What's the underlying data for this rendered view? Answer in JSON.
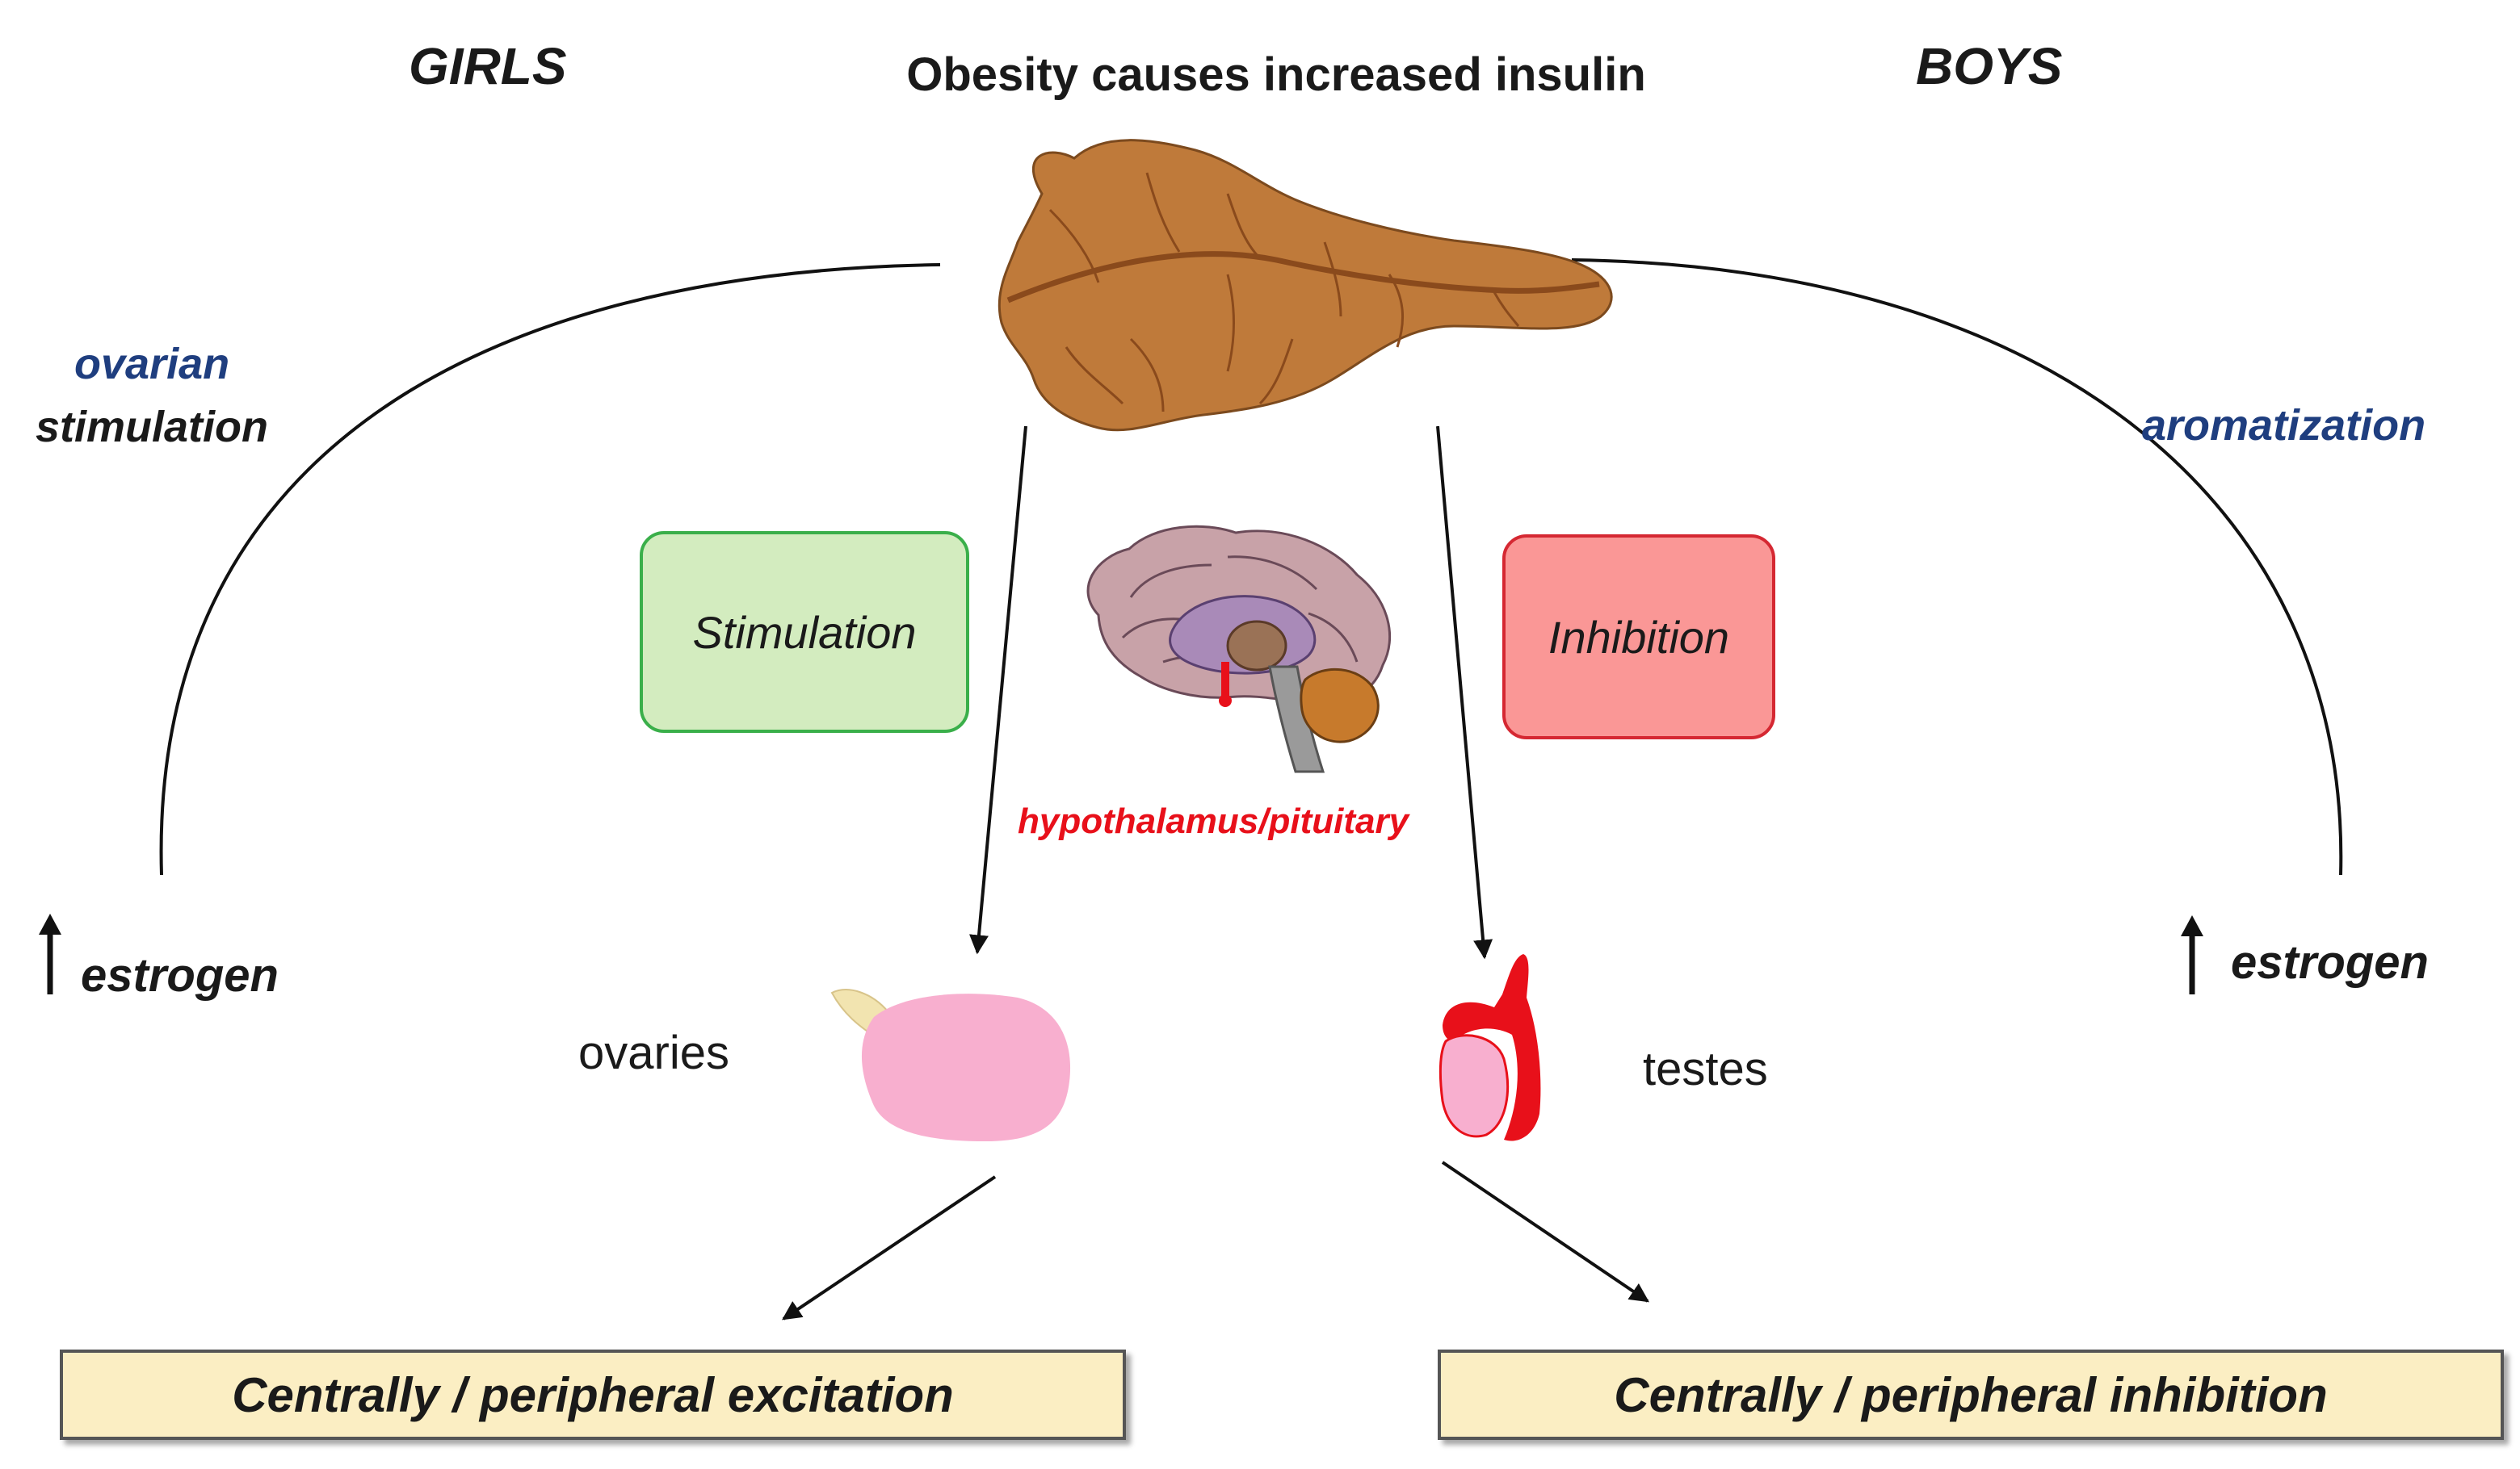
{
  "title": "Obesity causes increased insulin",
  "girls": {
    "header": "GIRLS",
    "pathway_label_1": "ovarian",
    "pathway_label_2": "stimulation",
    "estrogen_label": "estrogen",
    "effect_label": "Stimulation",
    "organ_label": "ovaries",
    "outcome": "Centrally / peripheral excitation"
  },
  "boys": {
    "header": "BOYS",
    "pathway_label": "aromatization",
    "estrogen_label": "estrogen",
    "effect_label": "Inhibition",
    "organ_label": "testes",
    "outcome": "Centrally / peripheral inhibition"
  },
  "brain_label": "hypothalamus/pituitary",
  "colors": {
    "pancreas": "#bf7a3a",
    "stimulation_box": "#d3ecbf",
    "stimulation_border": "#3aaf4a",
    "inhibition_box": "#fa9796",
    "inhibition_border": "#d52832",
    "outcome_box": "#fbeec3",
    "pathway_text": "#1f3e7f",
    "brain_label": "#e8101a",
    "ovary": "#f8afcf",
    "testis": "#e8101a"
  },
  "icons": [
    "pancreas-icon",
    "brain-icon",
    "ovary-icon",
    "testis-icon",
    "up-arrow-icon"
  ]
}
